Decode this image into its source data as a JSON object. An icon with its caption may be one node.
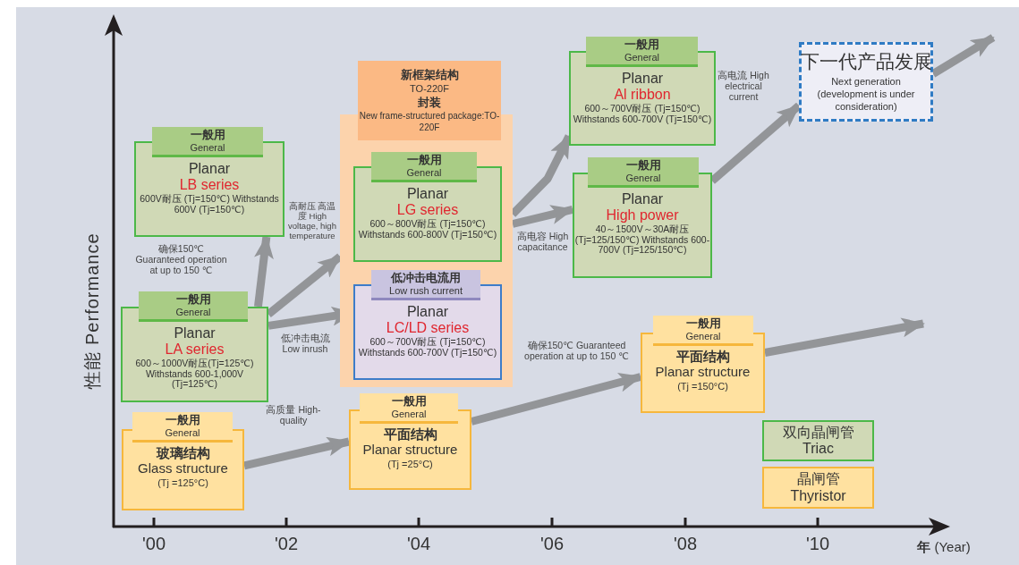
{
  "diagram": {
    "nodes": [
      {
        "text": [
          "一般用",
          "General",
          "Planar",
          "LB series",
          "600V耐压 (Tj=150℃) Withstands 600V (Tj=150℃)"
        ]
      },
      {
        "text": [
          "一般用",
          "General",
          "Planar",
          "LA series",
          "600～1000V耐压(Tj=125℃) Withstands 600-1,000V (Tj=125℃)"
        ]
      },
      {
        "text": [
          "新框架结构",
          "TO-220F",
          "封装",
          "New frame-structured package:TO-220F"
        ]
      },
      {
        "text": [
          "一般用",
          "General",
          "Planar",
          "LG series",
          "600～800V耐压 (Tj=150℃) Withstands 600-800V (Tj=150℃)"
        ],
        "in": 2
      },
      {
        "text": [
          "低冲击电流用",
          "Low rush current",
          "Planar",
          "LC/LD series",
          "600～700V耐压 (Tj=150℃) Withstands 600-700V (Tj=150℃)"
        ],
        "in": 2
      },
      {
        "text": [
          "一般用",
          "General",
          "Planar",
          "Al ribbon",
          "600～700V耐压 (Tj=150℃) Withstands 600-700V (Tj=150℃)"
        ]
      },
      {
        "text": [
          "一般用",
          "General",
          "Planar",
          "High power",
          "40～1500V～30A耐压 (Tj=125/150℃) Withstands 600-700V (Tj=125/150℃)"
        ]
      },
      {
        "text": [
          "下一代产品发展",
          "Next generation (development is under consideration)"
        ]
      },
      {
        "text": [
          "一般用",
          "General",
          "玻璃结构",
          "Glass structure",
          "(Tj =125°C)"
        ]
      },
      {
        "text": [
          "一般用",
          "General",
          "平面结构",
          "Planar structure",
          "(Tj =25°C)"
        ]
      },
      {
        "text": [
          "一般用",
          "General",
          "平面结构",
          "Planar structure",
          "(Tj =150°C)"
        ]
      }
    ],
    "edges": [
      {
        "from": 1,
        "to": 0,
        "arrow": "to",
        "label": "确保150℃ Guaranteed operation at up to 150 ℃"
      },
      {
        "from": 1,
        "to": 2,
        "arrow": "to",
        "label": "高耐压 高温度 High voltage, high temperature"
      },
      {
        "from": 1,
        "to": 4,
        "arrow": "to",
        "label": "低冲击电流 Low inrush"
      },
      {
        "from": 2,
        "to": 5,
        "arrow": "to",
        "label": "高电容 High capacitance"
      },
      {
        "from": 2,
        "to": 6,
        "arrow": "to"
      },
      {
        "from": 6,
        "to": 7,
        "arrow": "to",
        "label": "高电流 High electrical current"
      },
      {
        "from": 7,
        "to": null,
        "arrow": "to"
      },
      {
        "from": 8,
        "to": 9,
        "arrow": "to",
        "label": "高质量 High-quality"
      },
      {
        "from": 9,
        "to": 10,
        "arrow": "to",
        "label": "确保150℃ Guaranteed operation at up to 150 ℃"
      },
      {
        "from": 10,
        "to": null,
        "arrow": "to"
      }
    ],
    "labels": [
      "性能 Performance",
      "'00",
      "'02",
      "'04",
      "'06",
      "'08",
      "'10",
      "**年** (Year)"
    ],
    "legend": [
      {
        "text": "双向晶闸管 Triac",
        "color": "#d0d9b6"
      },
      {
        "text": "晶闸管 Thyristor",
        "color": "#ffe1a0"
      }
    ]
  }
}
